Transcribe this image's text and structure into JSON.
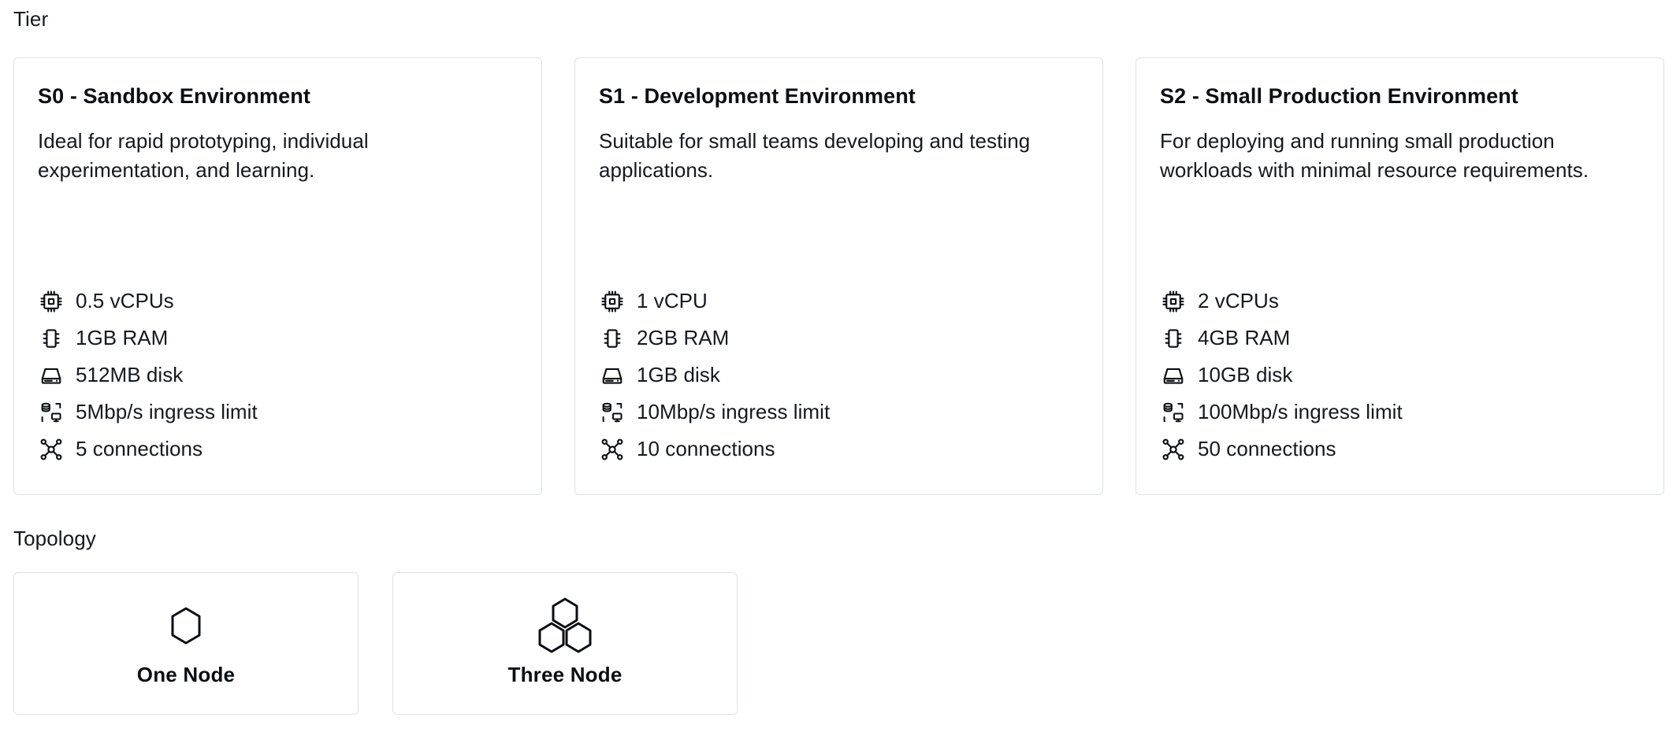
{
  "sections": {
    "tier": {
      "label": "Tier"
    },
    "topology": {
      "label": "Topology"
    }
  },
  "colors": {
    "card_border": "#dbe2e7",
    "text": "#15191e",
    "heading": "#0b0e12",
    "background": "#ffffff",
    "icon": "#0b0e12"
  },
  "tiers": [
    {
      "id": "s0",
      "title": "S0 - Sandbox Environment",
      "description": "Ideal for rapid prototyping, individual experimentation, and learning.",
      "specs": [
        {
          "icon": "cpu-icon",
          "label": "0.5 vCPUs"
        },
        {
          "icon": "memory-icon",
          "label": "1GB RAM"
        },
        {
          "icon": "disk-icon",
          "label": "512MB disk"
        },
        {
          "icon": "network-icon",
          "label": "5Mbp/s ingress limit"
        },
        {
          "icon": "connections-icon",
          "label": "5 connections"
        }
      ]
    },
    {
      "id": "s1",
      "title": "S1 - Development Environment",
      "description": "Suitable for small teams developing and testing applications.",
      "specs": [
        {
          "icon": "cpu-icon",
          "label": "1 vCPU"
        },
        {
          "icon": "memory-icon",
          "label": "2GB RAM"
        },
        {
          "icon": "disk-icon",
          "label": "1GB disk"
        },
        {
          "icon": "network-icon",
          "label": "10Mbp/s ingress limit"
        },
        {
          "icon": "connections-icon",
          "label": "10 connections"
        }
      ]
    },
    {
      "id": "s2",
      "title": "S2 - Small Production Environment",
      "description": "For deploying and running small production workloads with minimal resource requirements.",
      "specs": [
        {
          "icon": "cpu-icon",
          "label": "2 vCPUs"
        },
        {
          "icon": "memory-icon",
          "label": "4GB RAM"
        },
        {
          "icon": "disk-icon",
          "label": "10GB disk"
        },
        {
          "icon": "network-icon",
          "label": "100Mbp/s ingress limit"
        },
        {
          "icon": "connections-icon",
          "label": "50 connections"
        }
      ]
    }
  ],
  "topologies": [
    {
      "id": "one-node",
      "label": "One Node",
      "icon": "hexagon-single-icon"
    },
    {
      "id": "three-node",
      "label": "Three Node",
      "icon": "hexagon-triple-icon"
    }
  ]
}
